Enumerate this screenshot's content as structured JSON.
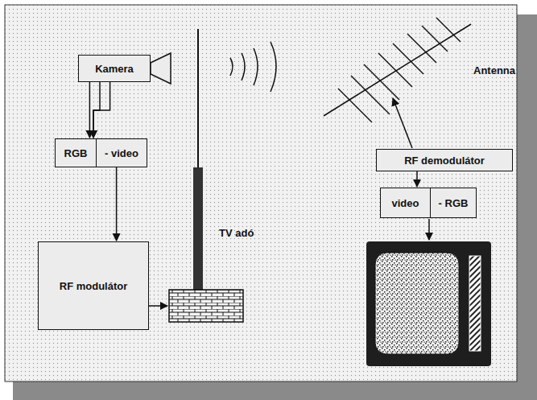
{
  "diagram": {
    "nodes": [
      {
        "text": [
          "Kamera"
        ]
      },
      {
        "text": [
          "RGB"
        ]
      },
      {
        "text": [
          "- video"
        ]
      },
      {
        "text": [
          "RF modulátor"
        ]
      },
      {
        "text": [
          "RF demodulátor"
        ]
      },
      {
        "text": [
          "video"
        ]
      },
      {
        "text": [
          "- RGB"
        ]
      }
    ],
    "edges": [
      {
        "from": 0,
        "to": 1,
        "arrow": "to"
      },
      {
        "from": 0,
        "to": 1,
        "arrow": "to"
      },
      {
        "from": 0,
        "to": 1,
        "arrow": "to"
      },
      {
        "from": 2,
        "to": 3,
        "arrow": "to"
      },
      {
        "from": 4,
        "to": 5,
        "arrow": "to"
      }
    ],
    "labels": [
      "TV adó",
      "Antenna"
    ]
  }
}
